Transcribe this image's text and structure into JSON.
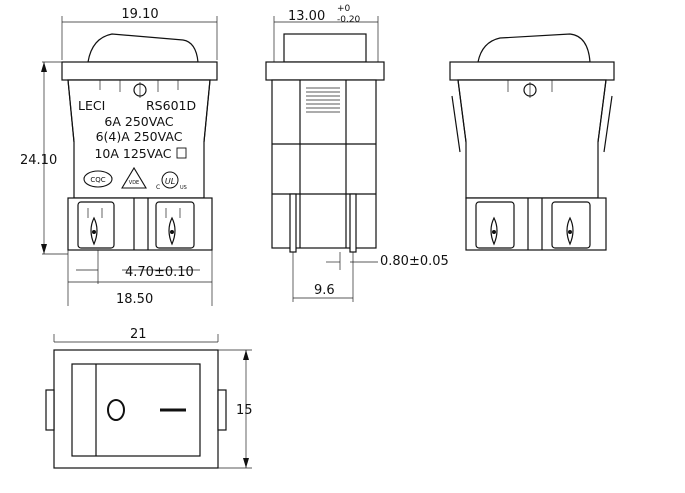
{
  "dimensions": {
    "front_width": "19.10",
    "side_width_main": "13.00",
    "side_width_tol_plus": "+0",
    "side_width_tol_minus": "-0.20",
    "height": "24.10",
    "terminal_pitch": "4.70±0.10",
    "base_width": "18.50",
    "pin_thickness": "0.80±0.05",
    "pin_spacing": "9.6",
    "panel_width": "21",
    "panel_height": "15"
  },
  "markings": {
    "brand": "LECI",
    "model": "RS601D",
    "rating1": "6A 250VAC",
    "rating2": "6(4)A 250VAC",
    "rating3": "10A 125VAC",
    "cqc_logo": "CQC",
    "vde_logo": "VDE",
    "ul_c": "C",
    "ul_logo": "UL",
    "ul_us": "US"
  },
  "switch_symbols": {
    "off": "O",
    "on": "I"
  }
}
